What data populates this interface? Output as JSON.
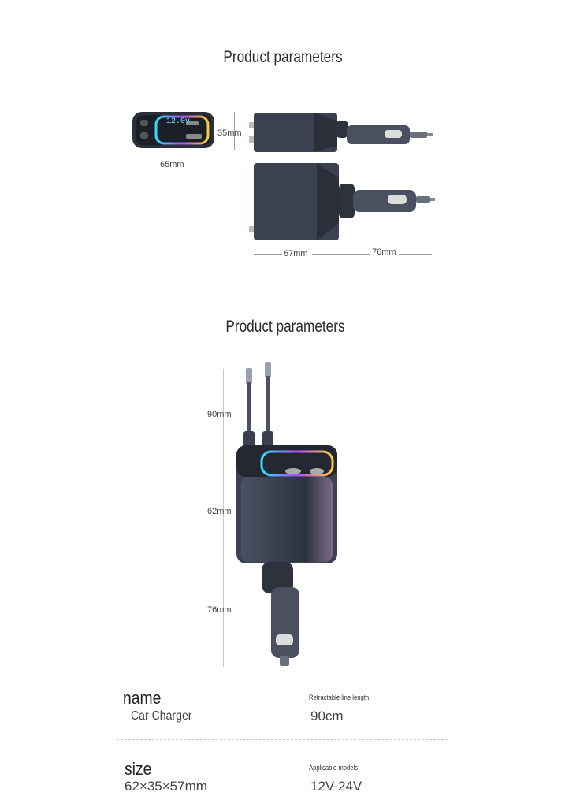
{
  "section1": {
    "title": "Product parameters",
    "dims": {
      "height": "35mm",
      "width": "65mm",
      "body_length": "67mm",
      "plug_length": "76mm"
    },
    "display_reading": "12.0v"
  },
  "section2": {
    "title": "Product parameters",
    "dims": {
      "cable": "90mm",
      "body": "62mm",
      "plug": "76mm"
    }
  },
  "specs": {
    "name_label": "name",
    "name_value": "Car Charger",
    "cable_label": "Retractable line length",
    "cable_value": "90cm",
    "size_label": "size",
    "size_value": "62×35×57mm",
    "models_label": "Applicable models",
    "models_value": "12V-24V"
  }
}
